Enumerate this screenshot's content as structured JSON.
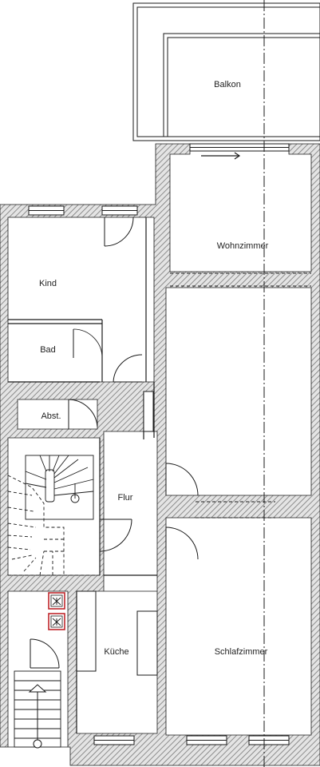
{
  "rooms": {
    "balkon": "Balkon",
    "wohnzimmer": "Wohnzimmer",
    "kind": "Kind",
    "bad": "Bad",
    "abst": "Abst.",
    "flur": "Flur",
    "kueche": "Küche",
    "schlafzimmer": "Schlafzimmer"
  },
  "colors": {
    "wall_hatch": "#777777",
    "line": "#1a1a1a",
    "meter_box": "#c0282d"
  },
  "icons": [
    "direction-arrow-icon",
    "meter-icon",
    "stair-up-arrow-icon"
  ]
}
